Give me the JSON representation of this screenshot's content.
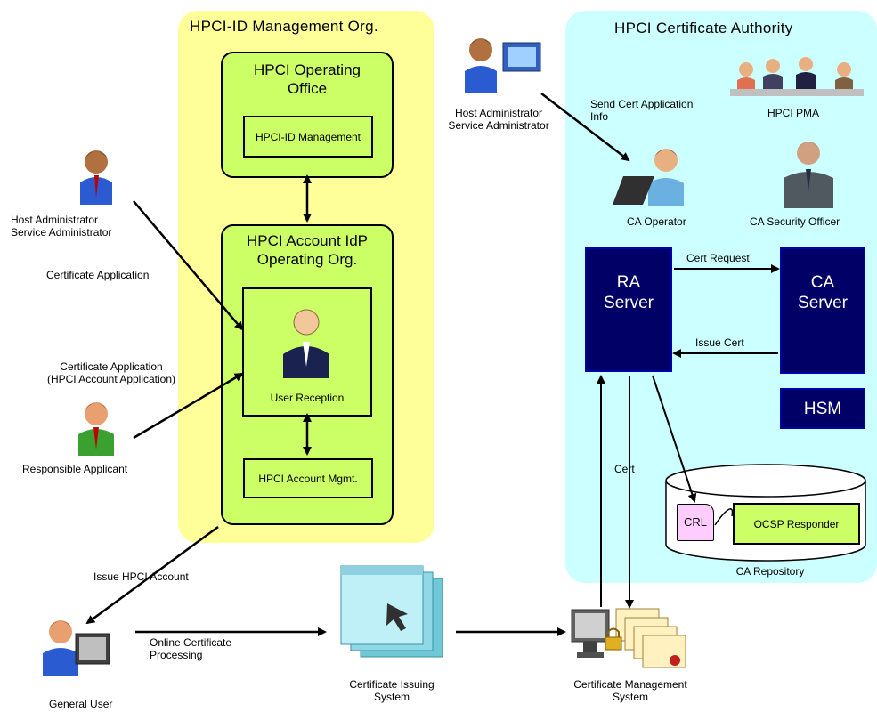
{
  "regions": {
    "idm": {
      "title": "HPCI-ID  Management Org."
    },
    "ca": {
      "title": "HPCI  Certificate Authority"
    }
  },
  "boxes": {
    "operating_office": {
      "title": "HPCI  Operating\nOffice"
    },
    "hpci_id_mgmt": {
      "label": "HPCI-ID\nManagement"
    },
    "account_idp": {
      "title": "HPCI  Account IdP\nOperating Org."
    },
    "user_reception": {
      "label": "User Reception"
    },
    "account_mgmt": {
      "label": "HPCI Account\nMgmt."
    }
  },
  "servers": {
    "ra": {
      "label": "RA\nServer"
    },
    "ca": {
      "label": "CA\nServer"
    },
    "hsm": {
      "label": "HSM"
    }
  },
  "repository": {
    "crl": "CRL",
    "ocsp": "OCSP\nResponder",
    "name": "CA Repository"
  },
  "actors": {
    "host_admin_left": "Host Administrator\nService  Administrator",
    "host_admin_top": "Host Administrator\nService  Administrator",
    "responsible_applicant": "Responsible  Applicant",
    "general_user": "General  User",
    "ca_operator": "CA Operator",
    "ca_security_officer": "CA Security  Officer",
    "hpci_pma": "HPCI PMA"
  },
  "flows": {
    "certificate_application": "Certificate  Application",
    "certificate_application_account": "Certificate Application\n(HPCI Account Application)",
    "send_cert_application_info": "Send  Cert Application\nInfo",
    "cert_request": "Cert Request",
    "issue_cert": "Issue Cert",
    "cert": "Cert",
    "issue_hpci_account": "Issue  HPCI Account",
    "online_certificate_processing": "Online Certificate\nProcessing"
  },
  "systems": {
    "certificate_issuing": "Certificate Issuing\nSystem",
    "certificate_management": "Certificate Management\nSystem"
  },
  "colors": {
    "yellow_region": "#ffff99",
    "cyan_region": "#ccffff",
    "green_box": "#ccff66",
    "server_navy": "#000066",
    "crl_pink": "#ffccff"
  }
}
